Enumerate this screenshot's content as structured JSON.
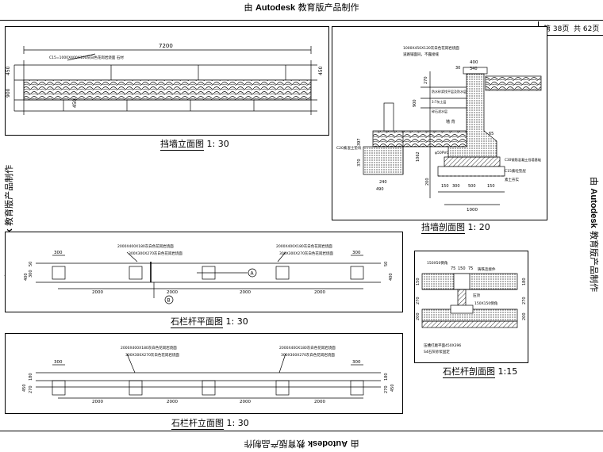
{
  "watermark": {
    "prefix": "由",
    "brand": "Autodesk",
    "suffix": "教育版产品制作"
  },
  "page_box": {
    "current": "第 38页",
    "total": "共 62页"
  },
  "views": {
    "wall_elevation": {
      "title": "挡墙立面图",
      "scale": "1: 30",
      "dims": {
        "overall": "7200",
        "h450": "450",
        "h900": "900",
        "h450b": "450",
        "r450": "450"
      },
      "note": "C15=1000X400X100灰白色花岗岩烧面 石材"
    },
    "wall_section": {
      "title": "挡墙剖面图",
      "scale": "1: 20",
      "note_top": "1000X450X120灰白色花岗岩烧面",
      "note_top2": "道路铺面同，不露接缝",
      "dims": {
        "d400": "400",
        "d30": "30",
        "d340": "340",
        "d270": "270",
        "d900": "900",
        "d397": "397",
        "d370": "370",
        "d1062": "1062",
        "d240": "240",
        "d490": "490",
        "d65": "65",
        "d300": "300",
        "d150": "150",
        "d500": "500",
        "d200": "200",
        "d1000": "1000",
        "d150b": "150"
      },
      "labels": {
        "c20": "C20素混土垫块",
        "pipe": "φ50PVC",
        "fill": "墙 背",
        "c15": "C15素砼垫层",
        "soil": "素土夯实",
        "c30": "C30钢筋混凝土挡墙基础",
        "layer1": "防水砂浆找平层及防水层",
        "layer2": "3:7灰土层",
        "layer3": "碎石滤水层"
      }
    },
    "rail_plan": {
      "title": "石栏杆平面图",
      "scale": "1: 30",
      "note1": "2000X400X180灰白色花岗岩烧面",
      "note2": "300X300X270灰白色花岗岩烧面",
      "note3": "2000X400X180灰白色花岗岩烧面",
      "note4": "300X300X270灰白色花岗岩烧面",
      "dims": {
        "p300a": "300",
        "p300b": "300",
        "s2000": "2000",
        "w400": "400",
        "w50": "50",
        "w300": "300"
      },
      "markers": {
        "a": "A",
        "b": "B"
      }
    },
    "rail_section": {
      "title": "石栏杆剖面图",
      "scale": "1:15",
      "labels": {
        "top": "150X50倒角",
        "top2": "铸铁连接件",
        "mid": "压顶",
        "mid2": "150X150倒角",
        "bottom": "压槽打磨平面450X396",
        "bottom2": "S4石灰砂浆固定"
      },
      "dims": {
        "t75a": "75",
        "t150": "150",
        "t75b": "75",
        "r180": "180",
        "r270": "270",
        "l150": "150",
        "l270": "270",
        "l200": "200",
        "r200": "200"
      }
    },
    "rail_elevation": {
      "title": "石栏杆立面图",
      "scale": "1: 30",
      "note1": "2000X400X180灰白色花岗岩烧面",
      "note2": "300X300X270灰白色花岗岩烧面",
      "note3": "2000X400X180灰白色花岗岩烧面",
      "note4": "300X300X270灰白色花岗岩烧面",
      "dims": {
        "p300a": "300",
        "p300b": "300",
        "s2000": "2000",
        "h450": "450",
        "h180": "180",
        "h270": "270"
      }
    }
  }
}
